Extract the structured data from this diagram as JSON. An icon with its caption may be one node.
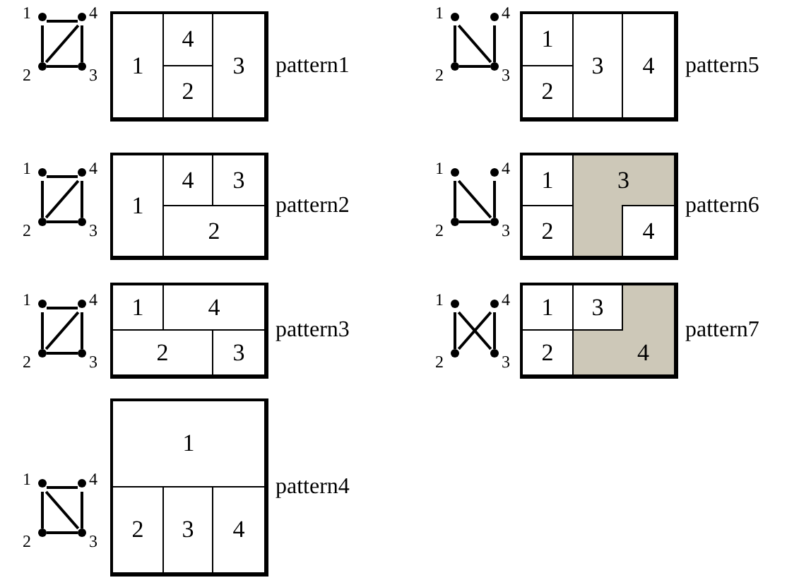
{
  "diagram": {
    "nodes": [
      {
        "text": [
          "1"
        ]
      },
      {
        "text": [
          "4"
        ]
      },
      {
        "text": [
          "2"
        ]
      },
      {
        "text": [
          "3"
        ]
      },
      {
        "text": [],
        "shape": "box",
        "beside": [
          "pattern1"
        ]
      },
      {
        "text": [
          "1"
        ],
        "in": 4
      },
      {
        "text": [
          "4"
        ],
        "in": 4
      },
      {
        "text": [
          "2"
        ],
        "in": 4
      },
      {
        "text": [
          "3"
        ],
        "in": 4
      },
      {
        "text": [
          "1"
        ]
      },
      {
        "text": [
          "4"
        ]
      },
      {
        "text": [
          "2"
        ]
      },
      {
        "text": [
          "3"
        ]
      },
      {
        "text": [],
        "shape": "box",
        "beside": [
          "pattern5"
        ]
      },
      {
        "text": [
          "1"
        ],
        "in": 13
      },
      {
        "text": [
          "3"
        ],
        "in": 13
      },
      {
        "text": [
          "4"
        ],
        "in": 13
      },
      {
        "text": [
          "2"
        ],
        "in": 13
      },
      {
        "text": [
          "1"
        ]
      },
      {
        "text": [
          "4"
        ]
      },
      {
        "text": [
          "2"
        ]
      },
      {
        "text": [
          "3"
        ]
      },
      {
        "text": [],
        "shape": "box",
        "beside": [
          "pattern2"
        ]
      },
      {
        "text": [
          "1"
        ],
        "in": 22
      },
      {
        "text": [
          "4"
        ],
        "in": 22
      },
      {
        "text": [
          "3"
        ],
        "in": 22
      },
      {
        "text": [
          "2"
        ],
        "in": 22
      },
      {
        "text": [
          "1"
        ]
      },
      {
        "text": [
          "4"
        ]
      },
      {
        "text": [
          "2"
        ]
      },
      {
        "text": [
          "3"
        ]
      },
      {
        "text": [],
        "shape": "box",
        "beside": [
          "pattern6"
        ]
      },
      {
        "text": [
          "1"
        ],
        "in": 31
      },
      {
        "text": [
          "3"
        ],
        "in": 31
      },
      {
        "text": [
          "2"
        ],
        "in": 31
      },
      {
        "text": [
          "4"
        ],
        "in": 31
      },
      {
        "text": [
          "1"
        ]
      },
      {
        "text": [
          "4"
        ]
      },
      {
        "text": [
          "2"
        ]
      },
      {
        "text": [
          "3"
        ]
      },
      {
        "text": [],
        "shape": "box",
        "beside": [
          "pattern3"
        ]
      },
      {
        "text": [
          "1"
        ],
        "in": 40
      },
      {
        "text": [
          "4"
        ],
        "in": 40
      },
      {
        "text": [
          "2"
        ],
        "in": 40
      },
      {
        "text": [
          "3"
        ],
        "in": 40
      },
      {
        "text": [
          "1"
        ]
      },
      {
        "text": [
          "4"
        ]
      },
      {
        "text": [
          "2"
        ]
      },
      {
        "text": [
          "3"
        ]
      },
      {
        "text": [],
        "shape": "box",
        "beside": [
          "pattern7"
        ]
      },
      {
        "text": [
          "1"
        ],
        "in": 49
      },
      {
        "text": [
          "3"
        ],
        "in": 49
      },
      {
        "text": [
          "2"
        ],
        "in": 49
      },
      {
        "text": [
          "4"
        ],
        "in": 49
      },
      {
        "text": [
          "1"
        ]
      },
      {
        "text": [
          "4"
        ]
      },
      {
        "text": [
          "2"
        ]
      },
      {
        "text": [
          "3"
        ]
      },
      {
        "text": [],
        "shape": "box",
        "beside": [
          "pattern4"
        ]
      },
      {
        "text": [
          "1"
        ],
        "in": 58
      },
      {
        "text": [
          "2"
        ],
        "in": 58
      },
      {
        "text": [
          "3"
        ],
        "in": 58
      },
      {
        "text": [
          "4"
        ],
        "in": 58
      }
    ],
    "edges": [
      {
        "from": 0,
        "to": 1,
        "arrow": "none"
      },
      {
        "from": 0,
        "to": 2,
        "arrow": "none"
      },
      {
        "from": 2,
        "to": 3,
        "arrow": "none"
      },
      {
        "from": 1,
        "to": 3,
        "arrow": "none"
      },
      {
        "from": 2,
        "to": 1,
        "arrow": "none"
      },
      {
        "from": 9,
        "to": 11,
        "arrow": "none"
      },
      {
        "from": 11,
        "to": 12,
        "arrow": "none"
      },
      {
        "from": 9,
        "to": 12,
        "arrow": "none"
      },
      {
        "from": 10,
        "to": 12,
        "arrow": "none"
      },
      {
        "from": 18,
        "to": 19,
        "arrow": "none"
      },
      {
        "from": 18,
        "to": 20,
        "arrow": "none"
      },
      {
        "from": 20,
        "to": 21,
        "arrow": "none"
      },
      {
        "from": 19,
        "to": 21,
        "arrow": "none"
      },
      {
        "from": 20,
        "to": 19,
        "arrow": "none"
      },
      {
        "from": 27,
        "to": 29,
        "arrow": "none"
      },
      {
        "from": 29,
        "to": 30,
        "arrow": "none"
      },
      {
        "from": 27,
        "to": 30,
        "arrow": "none"
      },
      {
        "from": 28,
        "to": 30,
        "arrow": "none"
      },
      {
        "from": 36,
        "to": 37,
        "arrow": "none"
      },
      {
        "from": 36,
        "to": 38,
        "arrow": "none"
      },
      {
        "from": 38,
        "to": 39,
        "arrow": "none"
      },
      {
        "from": 37,
        "to": 39,
        "arrow": "none"
      },
      {
        "from": 38,
        "to": 37,
        "arrow": "none"
      },
      {
        "from": 45,
        "to": 47,
        "arrow": "none"
      },
      {
        "from": 46,
        "to": 48,
        "arrow": "none"
      },
      {
        "from": 45,
        "to": 48,
        "arrow": "none"
      },
      {
        "from": 47,
        "to": 46,
        "arrow": "none"
      },
      {
        "from": 54,
        "to": 55,
        "arrow": "none"
      },
      {
        "from": 54,
        "to": 56,
        "arrow": "none"
      },
      {
        "from": 56,
        "to": 57,
        "arrow": "none"
      },
      {
        "from": 55,
        "to": 57,
        "arrow": "none"
      },
      {
        "from": 54,
        "to": 57,
        "arrow": "none"
      }
    ]
  }
}
